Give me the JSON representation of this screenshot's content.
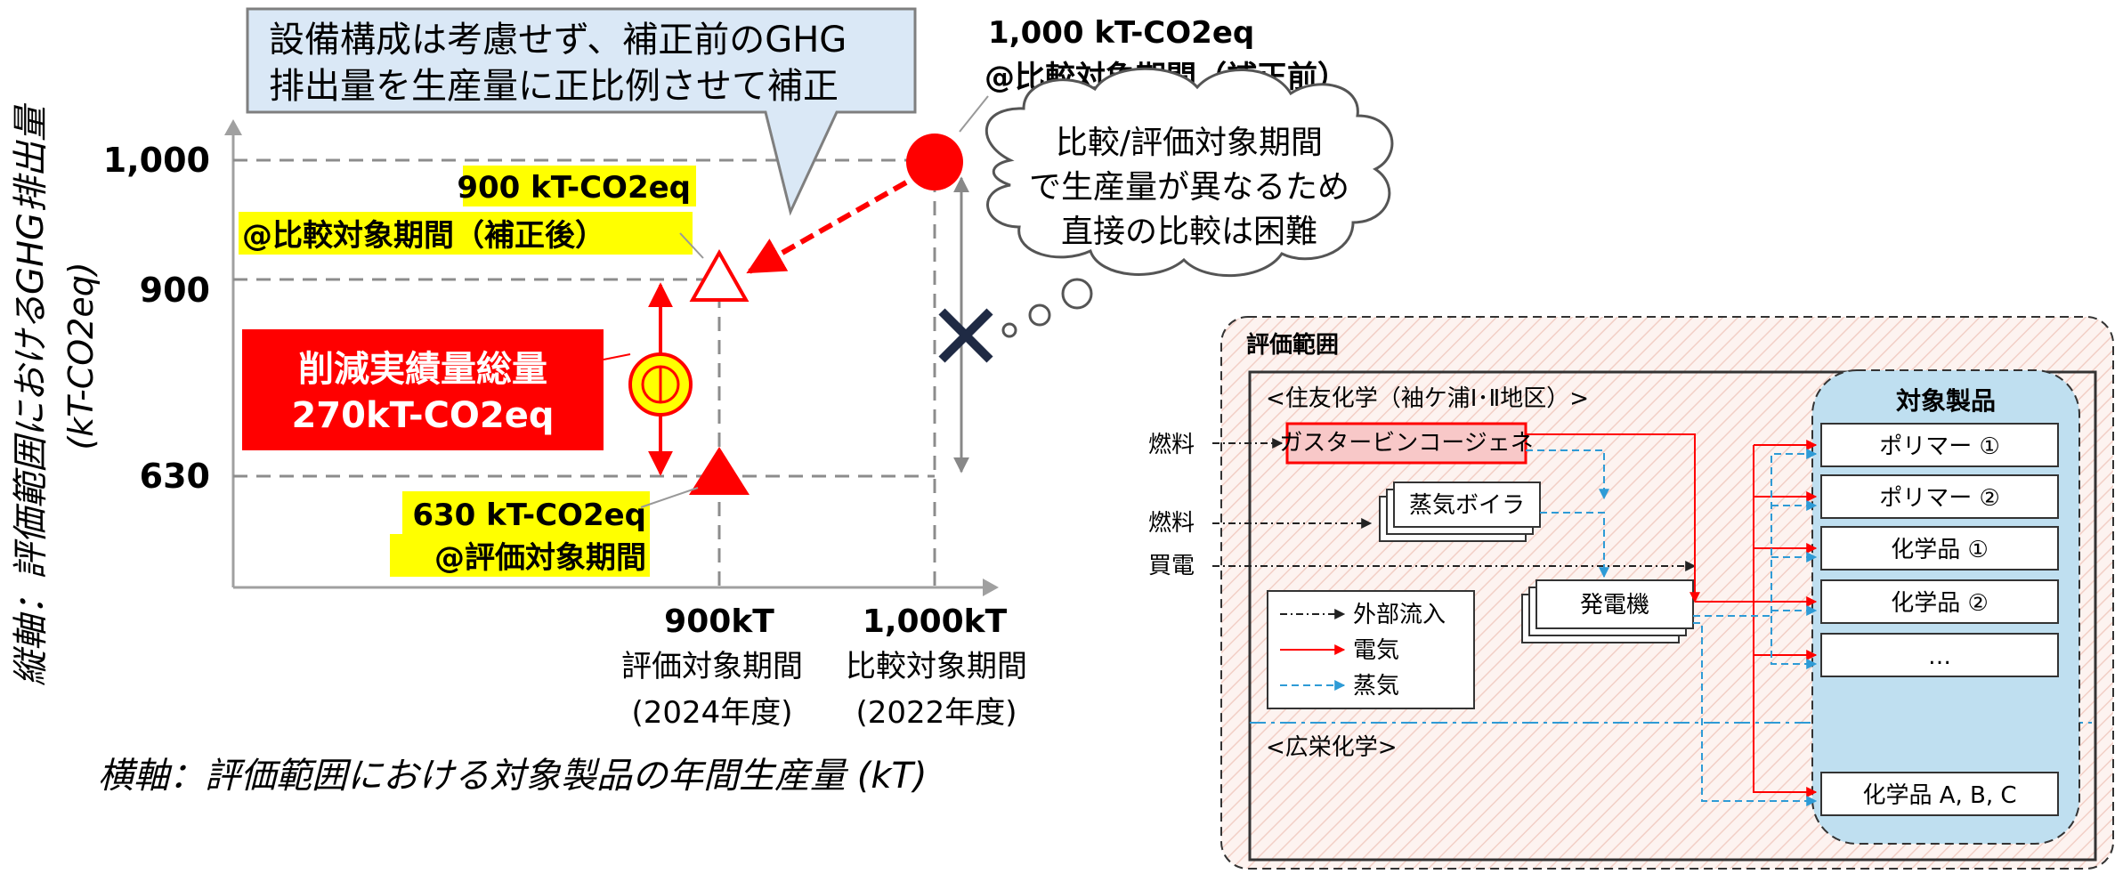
{
  "left_chart": {
    "y_axis_title_line1": "縦軸：評価範囲におけるGHG排出量",
    "y_axis_title_line2": "(kT-CO2eq)",
    "x_axis_title": "横軸：評価範囲における対象製品の年間生産量 (kT)",
    "y_ticks": [
      "1,000",
      "900",
      "630"
    ],
    "x_ticks": [
      "900kT",
      "1,000kT"
    ],
    "period_eval_line1": "評価対象期間",
    "period_eval_line2": "(2024年度)",
    "period_comp_line1": "比較対象期間",
    "period_comp_line2": "(2022年度)",
    "callout_line1": "設備構成は考慮せず、補正前のGHG",
    "callout_line2": "排出量を生産量に正比例させて補正",
    "label_comp_before_line1": "1,000 kT-CO2eq",
    "label_comp_before_line2": "@比較対象期間（補正前）",
    "label_comp_after_line1": "900 kT-CO2eq",
    "label_comp_after_line2": "@比較対象期間（補正後）",
    "label_eval_line1": "630 kT-CO2eq",
    "label_eval_line2": "@評価対象期間",
    "reduction_line1": "削減実績量総量",
    "reduction_line2": "270kT-CO2eq",
    "thought_line1": "比較/評価対象期間",
    "thought_line2": "で生産量が異なるため",
    "thought_line3": "直接の比較は困難",
    "colors": {
      "red": "#ff0000",
      "callout_fill": "#dae8f6",
      "highlight": "#ffff00",
      "navy": "#1f2a44"
    }
  },
  "right_diagram": {
    "scope_title": "評価範囲",
    "company_a": "<住友化学（袖ケ浦Ⅰ･Ⅱ地区）>",
    "company_b": "<広栄化学>",
    "fuel_1": "燃料",
    "fuel_2": "燃料",
    "purchase_power": "買電",
    "gas_turbine": "ガスタービンコージェネ",
    "steam_boiler": "蒸気ボイラ",
    "generator": "発電機",
    "products_title": "対象製品",
    "products": [
      "ポリマー ①",
      "ポリマー ②",
      "化学品 ①",
      "化学品 ②",
      "…",
      "化学品 A, B, C"
    ],
    "legend": [
      "外部流入",
      "電気",
      "蒸気"
    ],
    "colors": {
      "electric": "#ff0000",
      "steam": "#2e9bd6",
      "products_fill": "#bfdff0",
      "gas_fill": "#f8c8c8"
    }
  }
}
